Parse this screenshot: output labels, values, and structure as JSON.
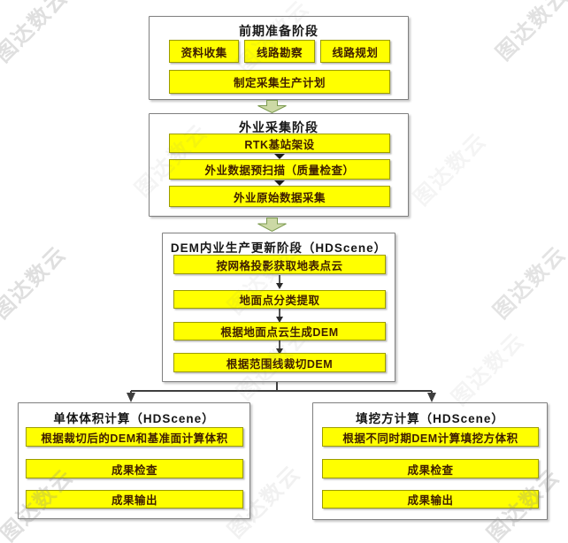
{
  "watermark": {
    "text": "图达数云"
  },
  "colors": {
    "node_fill": "#ffff00",
    "node_border": "#9c9c00",
    "node_text": "#3f1e00",
    "panel_border": "#7f7f7f",
    "block_arrow_fill": "#ccd9a5",
    "block_arrow_border": "#7d9b51",
    "connector": "#3f3f3f"
  },
  "stage1": {
    "title": "前期准备阶段",
    "items": [
      "资料收集",
      "线路勘察",
      "线路规划"
    ],
    "wide_item": "制定采集生产计划"
  },
  "stage2": {
    "title": "外业采集阶段",
    "steps": [
      "RTK基站架设",
      "外业数据预扫描（质量检查）",
      "外业原始数据采集"
    ]
  },
  "stage3": {
    "title": "DEM内业生产更新阶段（HDScene）",
    "steps": [
      "按网格投影获取地表点云",
      "地面点分类提取",
      "根据地面点云生成DEM",
      "根据范围线裁切DEM"
    ]
  },
  "stage4_left": {
    "title": "单体体积计算（HDScene）",
    "steps": [
      "根据裁切后的DEM和基准面计算体积",
      "成果检查",
      "成果输出"
    ]
  },
  "stage4_right": {
    "title": "填挖方计算（HDScene）",
    "steps": [
      "根据不同时期DEM计算填挖方体积",
      "成果检查",
      "成果输出"
    ]
  }
}
